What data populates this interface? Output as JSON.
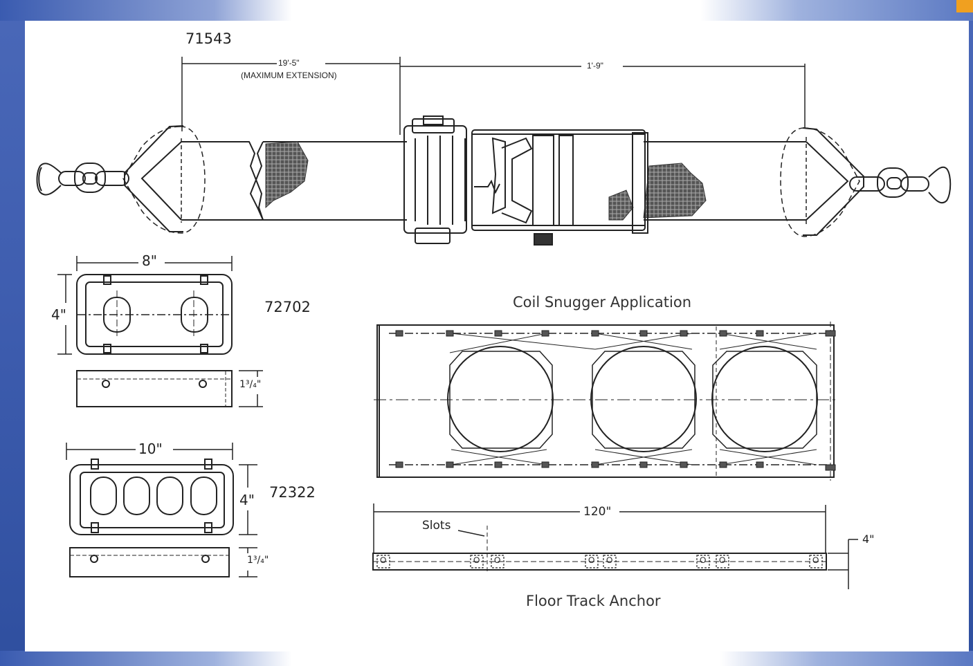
{
  "parts": {
    "strap_part": "71543",
    "plate_small_part": "72702",
    "plate_large_part": "72322"
  },
  "strap": {
    "dim_extension": "19'-5\"",
    "dim_extension_note": "(MAXIMUM EXTENSION)",
    "dim_ratchet": "1'-9\""
  },
  "plate_small": {
    "width": "8\"",
    "height": "4\"",
    "thickness": "1³/₄\""
  },
  "plate_large": {
    "width": "10\"",
    "height": "4\"",
    "thickness": "1³/₄\""
  },
  "coil": {
    "caption": "Coil Snugger Application"
  },
  "track": {
    "length": "120\"",
    "slots_label": "Slots",
    "height": "4\"",
    "caption": "Floor Track Anchor"
  },
  "colors": {
    "frame_blue": "#3d5cae",
    "accent_orange": "#f0a020",
    "ink": "#222222"
  }
}
